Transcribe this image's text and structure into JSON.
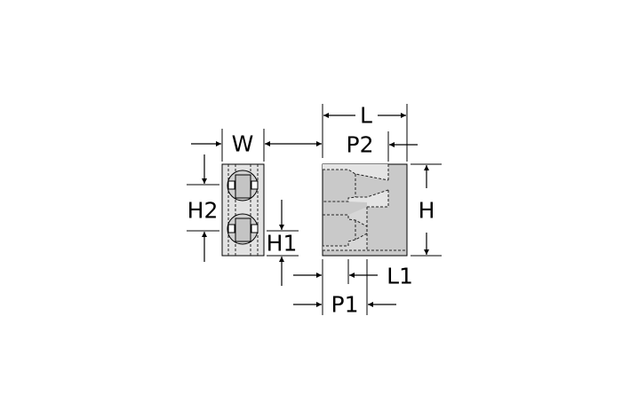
{
  "diagram": {
    "labels": {
      "L": "L",
      "P2": "P2",
      "W": "W",
      "H2": "H2",
      "H1": "H1",
      "H": "H",
      "L1": "L1",
      "P1": "P1"
    },
    "colors": {
      "body": "#c9c9c9",
      "body_light": "#e4e4e4",
      "line": "#000000"
    }
  }
}
